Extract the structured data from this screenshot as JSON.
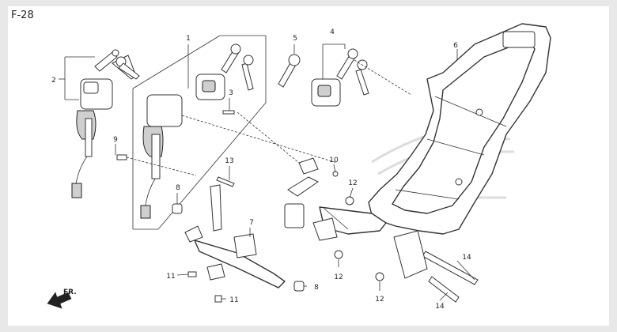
{
  "page": {
    "label": "F-28"
  },
  "callouts": {
    "c1": "1",
    "c2": "2",
    "c3": "3",
    "c4": "4",
    "c5": "5",
    "c6": "6",
    "c7": "7",
    "c8a": "8",
    "c8b": "8",
    "c9": "9",
    "c10": "10",
    "c11a": "11",
    "c11b": "11",
    "c12a": "12",
    "c12b": "12",
    "c12c": "12",
    "c13": "13",
    "c14a": "14",
    "c14b": "14"
  },
  "direction": {
    "text": "FR."
  },
  "colors": {
    "background": "#e8e8e8",
    "sheet": "#ffffff",
    "ink": "#333333",
    "watermark": "#d8d8d8"
  }
}
